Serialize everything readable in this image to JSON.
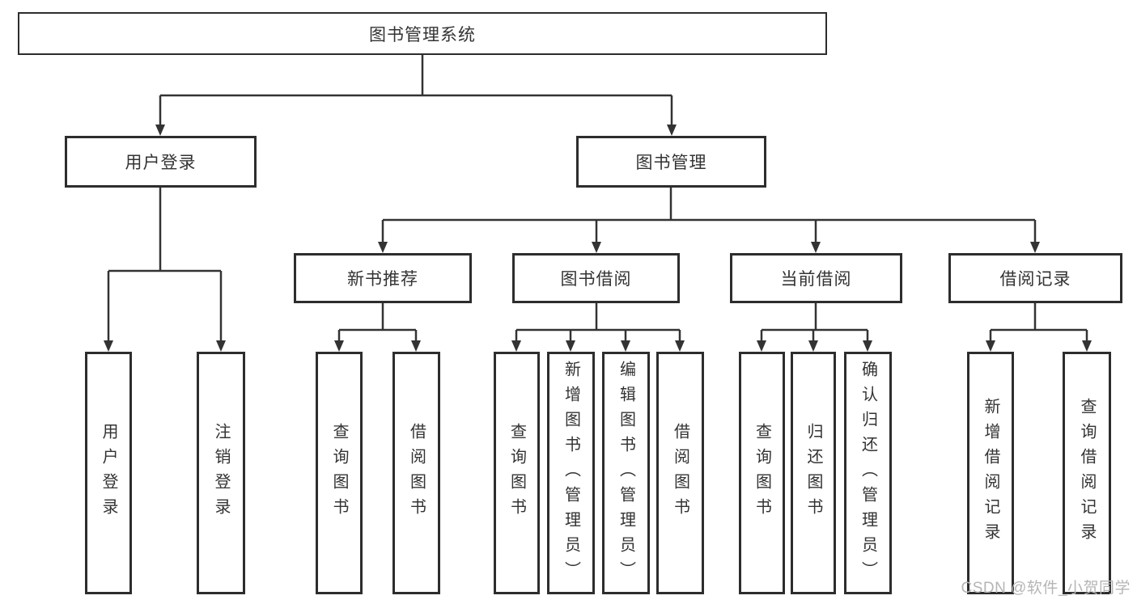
{
  "diagram_type": "hierarchy-tree",
  "colors": {
    "background": "#ffffff",
    "line": "#333333",
    "box_border": "#2d2d2d",
    "text": "#333333",
    "watermark": "#b5b5b5"
  },
  "tree": {
    "root": {
      "label": "图书管理系统"
    },
    "children": [
      {
        "label": "用户登录",
        "children": [
          {
            "label": "用户登录"
          },
          {
            "label": "注销登录"
          }
        ]
      },
      {
        "label": "图书管理",
        "children": [
          {
            "label": "新书推荐",
            "children": [
              {
                "label": "查询图书"
              },
              {
                "label": "借阅图书"
              }
            ]
          },
          {
            "label": "图书借阅",
            "children": [
              {
                "label": "查询图书"
              },
              {
                "label": "新增图书（管理员）"
              },
              {
                "label": "编辑图书（管理员）"
              },
              {
                "label": "借阅图书"
              }
            ]
          },
          {
            "label": "当前借阅",
            "children": [
              {
                "label": "查询图书"
              },
              {
                "label": "归还图书"
              },
              {
                "label": "确认归还（管理员）"
              }
            ]
          },
          {
            "label": "借阅记录",
            "children": [
              {
                "label": "新增借阅记录"
              },
              {
                "label": "查询借阅记录"
              }
            ]
          }
        ]
      }
    ]
  },
  "watermark": {
    "text": "CSDN @软件_小贺同学"
  }
}
